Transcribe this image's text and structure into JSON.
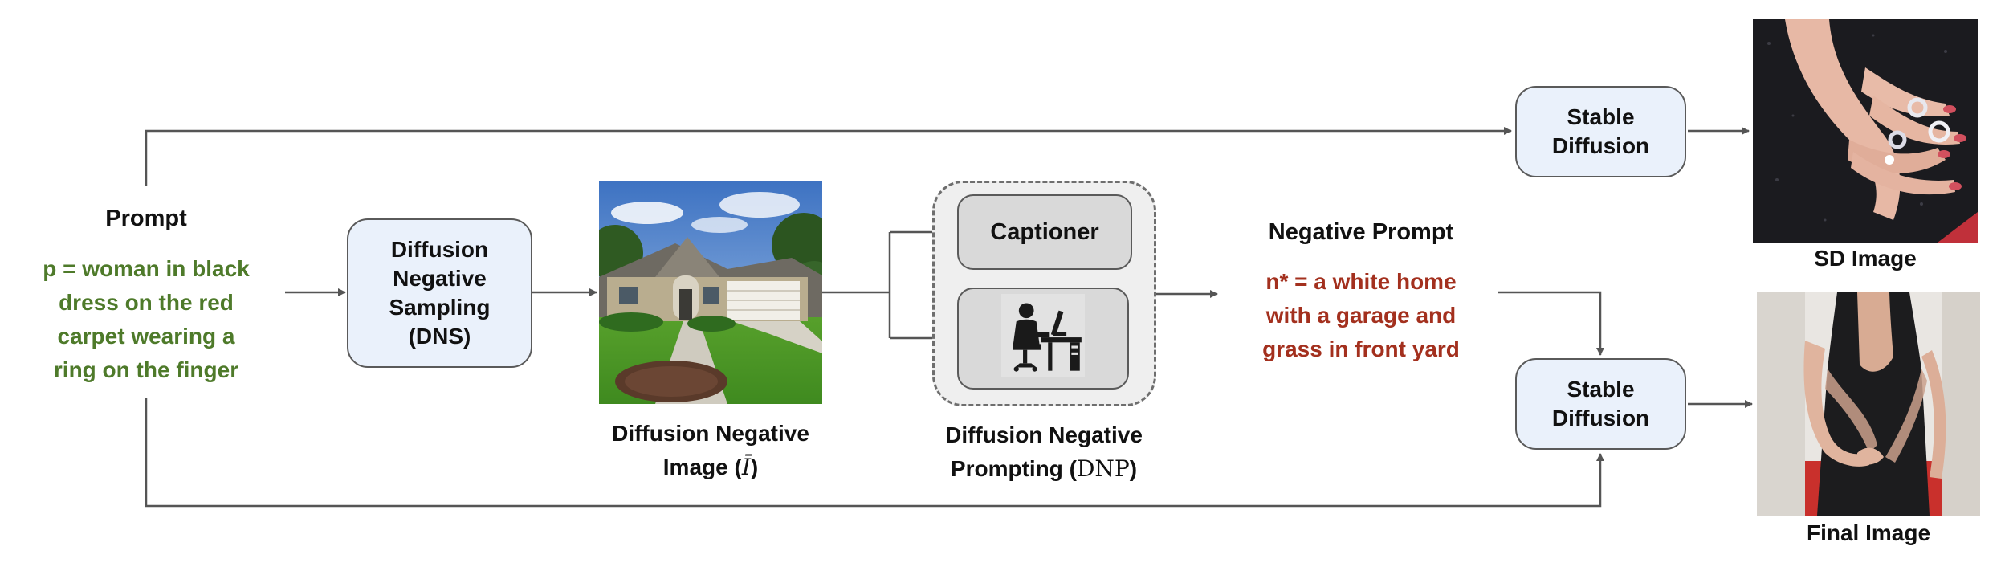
{
  "prompt": {
    "label": "Prompt",
    "text_lines": [
      "p = woman in black",
      "dress on the red",
      "carpet wearing a",
      "ring on the finger"
    ],
    "color": "#4e7a2a"
  },
  "dns": {
    "label_lines": [
      "Diffusion",
      "Negative",
      "Sampling",
      "(DNS)"
    ]
  },
  "negative_image": {
    "caption_line1": "Diffusion Negative",
    "caption_line2_prefix": "Image (",
    "caption_symbol": "Ī",
    "caption_line2_suffix": ")",
    "picture_icon": "house-photo"
  },
  "dnp": {
    "captioner_label": "Captioner",
    "worker_icon": "person-at-computer-icon",
    "caption_line1": "Diffusion Negative",
    "caption_line2_prefix": "Prompting (",
    "caption_symbol": "DNP",
    "caption_line2_suffix": ")"
  },
  "negative_prompt": {
    "label": "Negative Prompt",
    "text_lines": [
      "n* = a white home",
      "with a garage and",
      "grass in front yard"
    ],
    "color": "#a3301e"
  },
  "sd_top": {
    "label_lines": [
      "Stable",
      "Diffusion"
    ]
  },
  "sd_bottom": {
    "label_lines": [
      "Stable",
      "Diffusion"
    ]
  },
  "sd_image": {
    "label": "SD Image",
    "picture_icon": "hand-with-rings-photo"
  },
  "final_image": {
    "label": "Final Image",
    "picture_icon": "woman-in-black-dress-photo"
  },
  "colors": {
    "box_fill": "#eaf1fb",
    "box_border": "#5a5a5a",
    "arrow": "#555555",
    "group_fill": "#efefef"
  }
}
